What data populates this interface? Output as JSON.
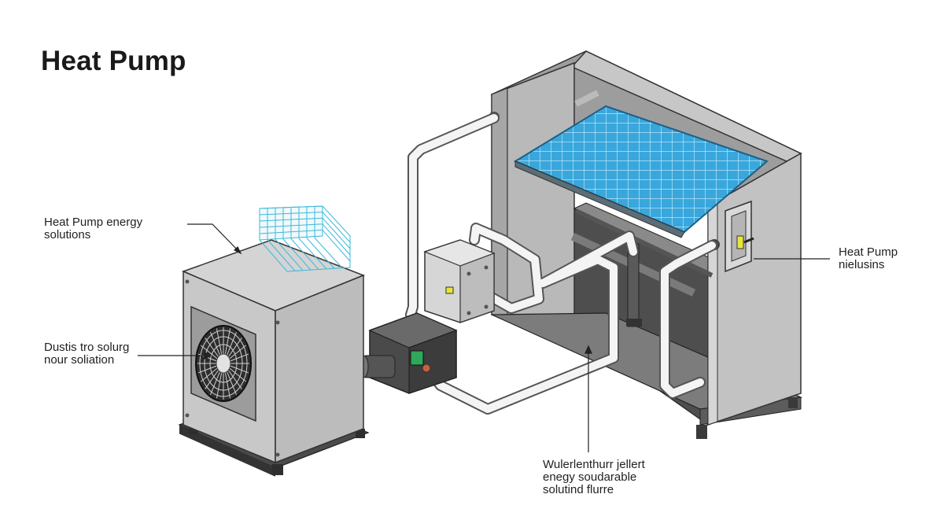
{
  "title": "Heat Pump",
  "labels": {
    "left_top": [
      "Heat Pump energy",
      "solutions"
    ],
    "left_mid": [
      "Dustis tro solurg",
      "nour soliation"
    ],
    "right": [
      "Heat Pump",
      "nielusins"
    ],
    "bottom": [
      "Wulerlenthurr jellert",
      "enegy soudarable",
      "solutind flurre"
    ]
  },
  "icons": {
    "fan": "fan-icon",
    "solar_panel": "solar-panel-icon",
    "switch": "switch-icon"
  },
  "colors": {
    "unit_gray": "#cfcfcf",
    "cabinet_gray": "#bcbcbc",
    "pipe_white": "#f4f4f4",
    "solar_blue": "#3aa8dd",
    "indicator_green": "#2fa85a",
    "indicator_yellow": "#e6e63a",
    "copper_accent": "#c9603a"
  }
}
